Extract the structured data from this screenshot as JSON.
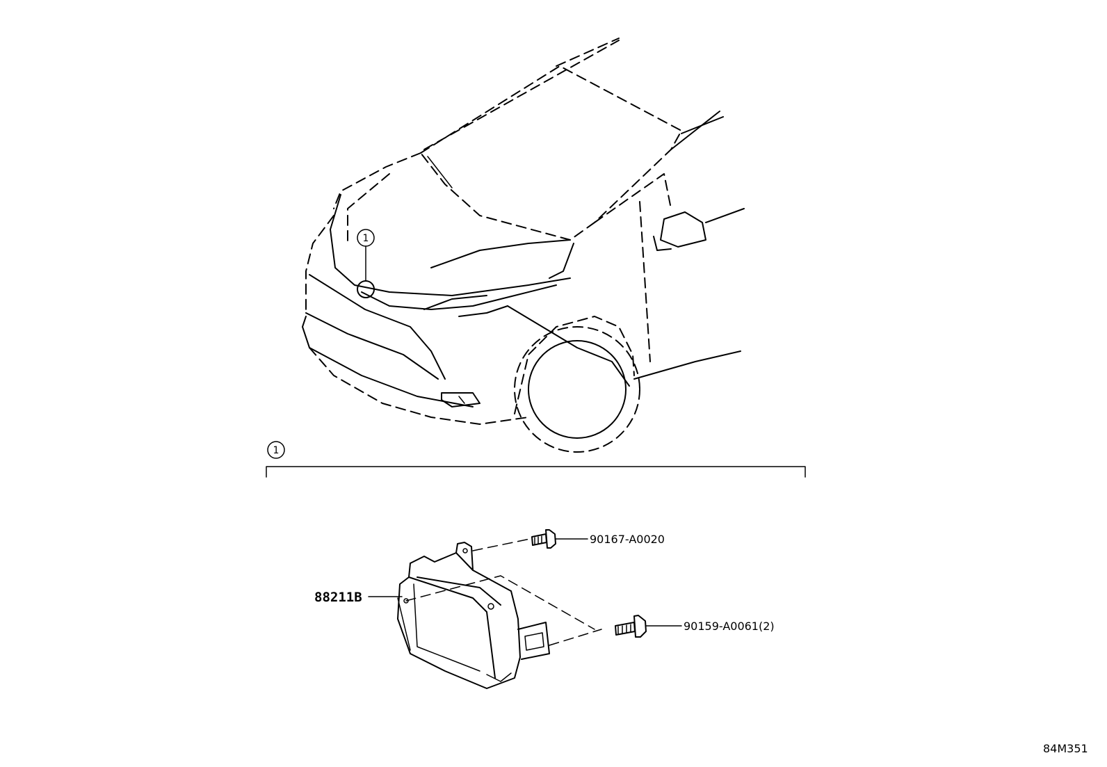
{
  "diagram": {
    "callout_number": "1",
    "parts": {
      "module": "88211B",
      "bolt_upper": "90167-A0020",
      "bolt_lower": "90159-A0061(2)"
    },
    "illustration_code": "84M351"
  }
}
